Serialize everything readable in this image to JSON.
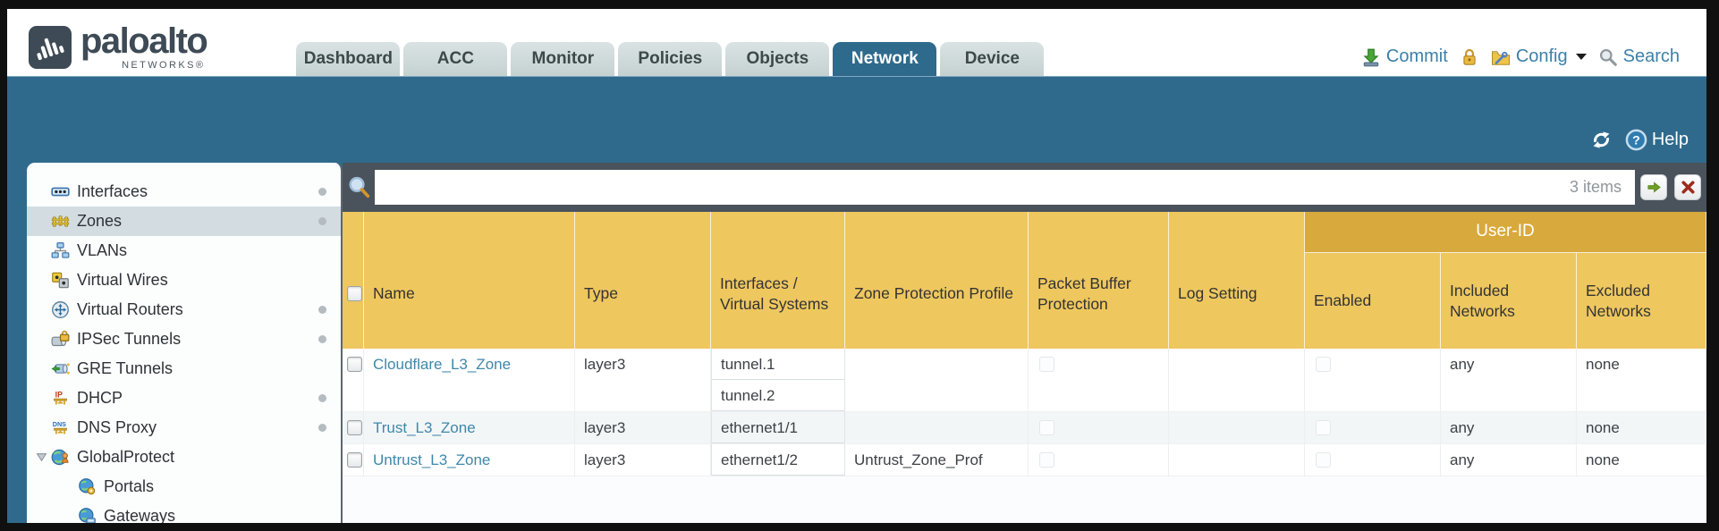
{
  "brand": {
    "name": "paloalto",
    "sub": "NETWORKS®"
  },
  "nav": {
    "tabs": [
      {
        "label": "Dashboard",
        "active": false
      },
      {
        "label": "ACC",
        "active": false
      },
      {
        "label": "Monitor",
        "active": false
      },
      {
        "label": "Policies",
        "active": false
      },
      {
        "label": "Objects",
        "active": false
      },
      {
        "label": "Network",
        "active": true
      },
      {
        "label": "Device",
        "active": false
      }
    ]
  },
  "actions": {
    "commit": "Commit",
    "config": "Config",
    "search": "Search",
    "help": "Help"
  },
  "sidebar": {
    "items": [
      {
        "label": "Interfaces",
        "icon": "interfaces-icon",
        "dot": true,
        "selected": false,
        "indent": false,
        "expander": false
      },
      {
        "label": "Zones",
        "icon": "zones-icon",
        "dot": true,
        "selected": true,
        "indent": false,
        "expander": false
      },
      {
        "label": "VLANs",
        "icon": "vlans-icon",
        "dot": false,
        "selected": false,
        "indent": false,
        "expander": false
      },
      {
        "label": "Virtual Wires",
        "icon": "virtual-wires-icon",
        "dot": false,
        "selected": false,
        "indent": false,
        "expander": false
      },
      {
        "label": "Virtual Routers",
        "icon": "virtual-routers-icon",
        "dot": true,
        "selected": false,
        "indent": false,
        "expander": false
      },
      {
        "label": "IPSec Tunnels",
        "icon": "ipsec-tunnels-icon",
        "dot": true,
        "selected": false,
        "indent": false,
        "expander": false
      },
      {
        "label": "GRE Tunnels",
        "icon": "gre-tunnels-icon",
        "dot": false,
        "selected": false,
        "indent": false,
        "expander": false
      },
      {
        "label": "DHCP",
        "icon": "dhcp-icon",
        "dot": true,
        "selected": false,
        "indent": false,
        "expander": false
      },
      {
        "label": "DNS Proxy",
        "icon": "dns-proxy-icon",
        "dot": true,
        "selected": false,
        "indent": false,
        "expander": false
      },
      {
        "label": "GlobalProtect",
        "icon": "globalprotect-icon",
        "dot": false,
        "selected": false,
        "indent": false,
        "expander": true
      },
      {
        "label": "Portals",
        "icon": "portals-icon",
        "dot": false,
        "selected": false,
        "indent": true,
        "expander": false
      },
      {
        "label": "Gateways",
        "icon": "gateways-icon",
        "dot": false,
        "selected": false,
        "indent": true,
        "expander": false
      }
    ]
  },
  "filter": {
    "value": "",
    "count": "3 items"
  },
  "table": {
    "group_header": "User-ID",
    "columns": [
      {
        "id": "select",
        "label": ""
      },
      {
        "id": "name",
        "label": "Name"
      },
      {
        "id": "type",
        "label": "Type"
      },
      {
        "id": "interfaces",
        "label": "Interfaces / Virtual Systems"
      },
      {
        "id": "zone_protection_profile",
        "label": "Zone Protection Profile"
      },
      {
        "id": "packet_buffer_protection",
        "label": "Packet Buffer Protection"
      },
      {
        "id": "log_setting",
        "label": "Log Setting"
      },
      {
        "id": "enabled",
        "label": "Enabled",
        "group": "User-ID"
      },
      {
        "id": "included_networks",
        "label": "Included Networks",
        "group": "User-ID"
      },
      {
        "id": "excluded_networks",
        "label": "Excluded Networks",
        "group": "User-ID"
      }
    ],
    "rows": [
      {
        "name": "Cloudflare_L3_Zone",
        "type": "layer3",
        "interfaces": [
          "tunnel.1",
          "tunnel.2"
        ],
        "zone_protection_profile": "",
        "packet_buffer_protection": false,
        "log_setting": "",
        "user_id_enabled": false,
        "included_networks": "any",
        "excluded_networks": "none"
      },
      {
        "name": "Trust_L3_Zone",
        "type": "layer3",
        "interfaces": [
          "ethernet1/1"
        ],
        "zone_protection_profile": "",
        "packet_buffer_protection": false,
        "log_setting": "",
        "user_id_enabled": false,
        "included_networks": "any",
        "excluded_networks": "none"
      },
      {
        "name": "Untrust_L3_Zone",
        "type": "layer3",
        "interfaces": [
          "ethernet1/2"
        ],
        "zone_protection_profile": "Untrust_Zone_Prof",
        "packet_buffer_protection": false,
        "log_setting": "",
        "user_id_enabled": false,
        "included_networks": "any",
        "excluded_networks": "none"
      }
    ]
  },
  "colors": {
    "teal_band": "#2f6a8d",
    "header_gold": "#eec75f",
    "group_gold": "#d8a93c",
    "link_blue": "#3f87aa",
    "filter_strip": "#4a535b",
    "selected_item": "#d3dce1"
  }
}
